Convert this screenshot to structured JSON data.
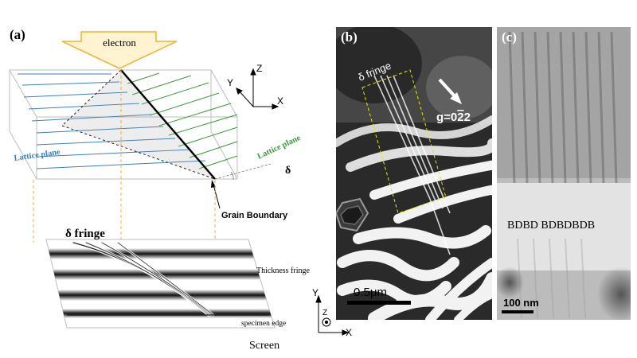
{
  "panel_a": {
    "label": "(a)",
    "arrow_label": "electron",
    "axes": {
      "z": "Z",
      "y": "Y",
      "x": "X"
    },
    "lattice_plane_left": "Lattice plane",
    "lattice_plane_right": "Lattice plane",
    "delta": "δ",
    "grain_boundary": "Grain Boundary",
    "delta_fringe": "δ fringe",
    "thickness_fringe": "Thickness fringe",
    "specimen_edge": "specimen edge",
    "screen": "Screen",
    "colors": {
      "left_planes": "#3b7fc4",
      "right_planes": "#3a9a3a",
      "arrow": "#f0b030",
      "guides": "#f0b030"
    }
  },
  "panel_b": {
    "label": "(b)",
    "delta_fringe": "δ fringe",
    "g_vector": "g=0",
    "g_vector_bar": "2",
    "g_vector_end": "2",
    "scale": "0.5μm",
    "axes": {
      "y": "Y",
      "z": "Z",
      "x": "X"
    }
  },
  "panel_c": {
    "label": "(c)",
    "fringe_letters": "BDBD BDBDBDB",
    "scale": "100 nm"
  }
}
